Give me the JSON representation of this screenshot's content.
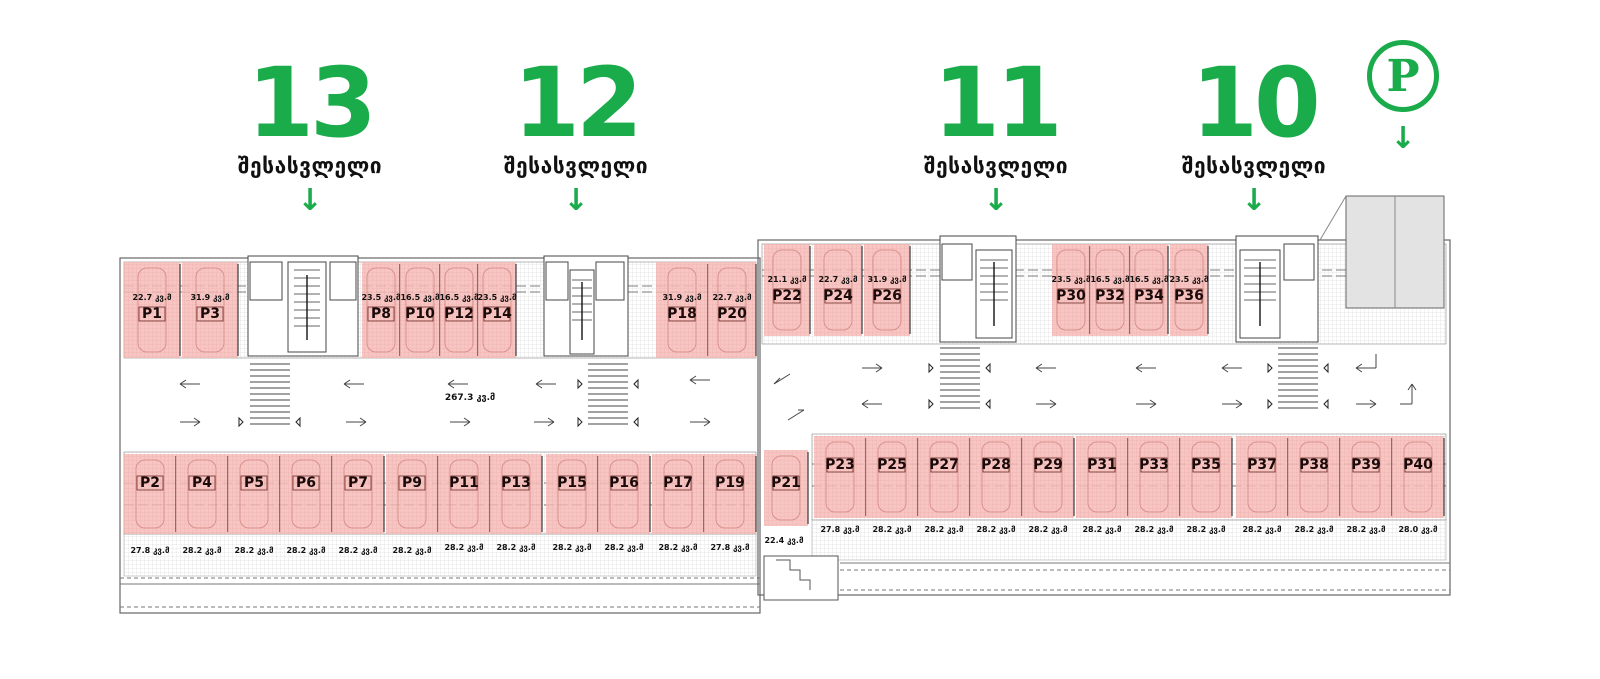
{
  "entrances": [
    {
      "number": "13",
      "label": "შესასვლელი"
    },
    {
      "number": "12",
      "label": "შესასვლელი"
    },
    {
      "number": "11",
      "label": "შესასვლელი"
    },
    {
      "number": "10",
      "label": "შესასვლელი"
    }
  ],
  "parking_sign": {
    "letter": "P"
  },
  "arrow_glyph": "↓",
  "colors": {
    "accent": "#1aab4b",
    "spot_fill": "#f4b6b3",
    "spot_border": "#d98c88",
    "line": "#555555"
  },
  "central_area": "267.3 კვ.მ",
  "top_left_spots": [
    {
      "id": "P1",
      "area": "22.7 კვ.მ"
    },
    {
      "id": "P3",
      "area": "31.9 კვ.მ"
    },
    {
      "id": "P8",
      "area": "23.5 კვ.მ"
    },
    {
      "id": "P10",
      "area": "16.5 კვ.მ"
    },
    {
      "id": "P12",
      "area": "16.5 კვ.მ"
    },
    {
      "id": "P14",
      "area": "23.5 კვ.მ"
    },
    {
      "id": "P18",
      "area": "31.9 კვ.მ"
    },
    {
      "id": "P20",
      "area": "22.7 კვ.მ"
    }
  ],
  "top_right_spots": [
    {
      "id": "P22",
      "area": "21.1 კვ.მ"
    },
    {
      "id": "P24",
      "area": "22.7 კვ.მ"
    },
    {
      "id": "P26",
      "area": "31.9 კვ.მ"
    },
    {
      "id": "P30",
      "area": "23.5 კვ.მ"
    },
    {
      "id": "P32",
      "area": "16.5 კვ.მ"
    },
    {
      "id": "P34",
      "area": "16.5 კვ.მ"
    },
    {
      "id": "P36",
      "area": "23.5 კვ.მ"
    }
  ],
  "bottom_left_spots": [
    "P2",
    "P4",
    "P5",
    "P6",
    "P7",
    "P9",
    "P11",
    "P13",
    "P15",
    "P16",
    "P17",
    "P19"
  ],
  "bottom_left_areas": [
    "27.8 კვ.მ",
    "28.2 კვ.მ",
    "28.2 კვ.მ",
    "28.2 კვ.მ",
    "28.2 კვ.მ",
    "28.2 კვ.მ",
    "28.2 კვ.მ",
    "28.2 კვ.მ",
    "28.2 კვ.მ",
    "28.2 კვ.მ",
    "28.2 კვ.მ",
    "27.8 კვ.მ"
  ],
  "p21": {
    "id": "P21",
    "area": "22.4 კვ.მ"
  },
  "bottom_right_spots": [
    "P23",
    "P25",
    "P27",
    "P28",
    "P29",
    "P31",
    "P33",
    "P35",
    "P37",
    "P38",
    "P39",
    "P40"
  ],
  "bottom_right_areas": [
    "27.8 კვ.მ",
    "28.2 კვ.მ",
    "28.2 კვ.მ",
    "28.2 კვ.მ",
    "28.2 კვ.მ",
    "28.2 კვ.მ",
    "28.2 კვ.მ",
    "28.2 კვ.მ",
    "28.2 კვ.მ",
    "28.2 კვ.მ",
    "28.2 კვ.მ",
    "28.0 კვ.მ"
  ]
}
